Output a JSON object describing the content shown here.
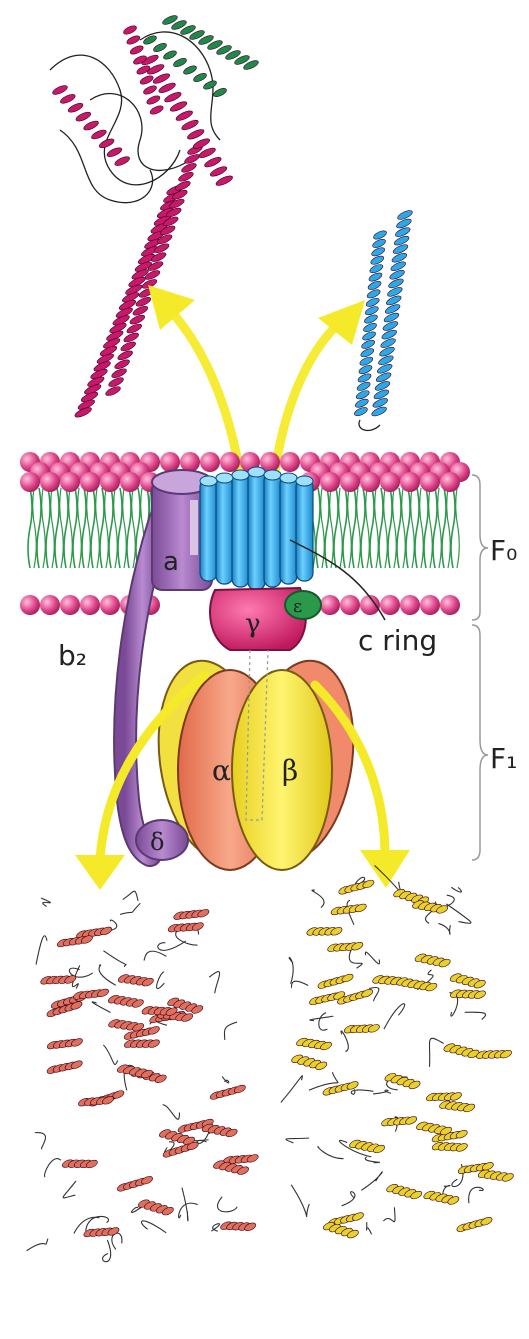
{
  "labels": {
    "a": "a",
    "b2": "b₂",
    "gamma": "γ",
    "epsilon": "ε",
    "alpha": "α",
    "beta": "β",
    "delta": "δ",
    "c_ring": "c ring",
    "f0": "F₀",
    "f1": "F₁"
  },
  "colors": {
    "membrane_head": "#e0468c",
    "membrane_tail": "#2a9a4a",
    "subunit_a": "#9b6fb5",
    "stalk_b2": "#8e5fa8",
    "c_ring": "#2aa8e8",
    "gamma": "#e0307a",
    "epsilon": "#2a9a4a",
    "alpha": "#f08a6a",
    "beta": "#f5e83a",
    "arrow": "#f5ea2a",
    "helix_magenta": "#c8186a",
    "helix_green": "#1e8a4a",
    "helix_blue": "#2aa8e8",
    "alpha_structure": "#e0705a",
    "beta_structure": "#e8d22a"
  }
}
